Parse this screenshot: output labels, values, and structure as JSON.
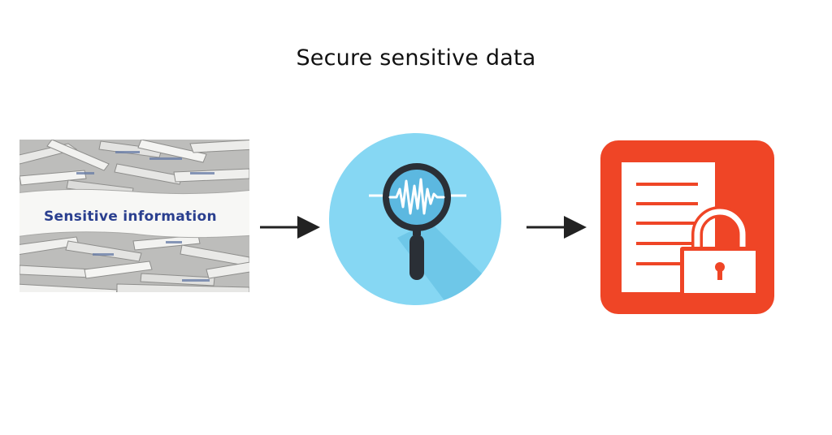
{
  "title": "Secure sensitive data",
  "steps": [
    {
      "label": "Sensitive information",
      "icon": "shredded-paper-photo"
    },
    {
      "icon": "magnifier-waveform-icon"
    },
    {
      "icon": "locked-document-icon"
    }
  ],
  "colors": {
    "label_text": "#2a3f8f",
    "circle_bg": "#86d7f3",
    "doc_bg": "#ef4526",
    "arrow": "#222222"
  }
}
